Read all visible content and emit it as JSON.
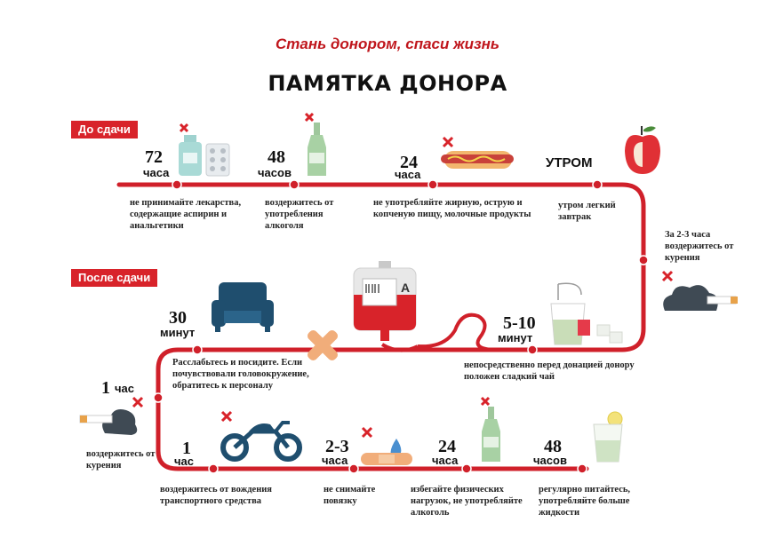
{
  "header": {
    "slogan": "Стань донором, спаси жизнь",
    "title": "ПАМЯТКА ДОНОРА"
  },
  "sections": {
    "before": "До сдачи",
    "after": "После сдачи"
  },
  "before_steps": [
    {
      "number": "72",
      "unit": "часа",
      "text": "не принимайте лекарства, содержащие аспирин и анальгетики",
      "icon": "medicine-icon"
    },
    {
      "number": "48",
      "unit": "часов",
      "text": "воздержитесь от употребления алкоголя",
      "icon": "bottle-icon"
    },
    {
      "number": "24",
      "unit": "часа",
      "text": "не употребляйте жирную, острую и копченую пищу, молочные продукты",
      "icon": "hotdog-icon"
    },
    {
      "word": "УТРОМ",
      "text": "утром легкий завтрак",
      "icon": "apple-icon"
    },
    {
      "text": "За 2-3 часа воздержитесь от курения",
      "icon": "cigarette-icon"
    }
  ],
  "after_steps": [
    {
      "number": "5-10",
      "unit": "минут",
      "text": "непосредственно перед донацией донору положен сладкий чай",
      "icon": "tea-icon"
    },
    {
      "number": "30",
      "unit": "минут",
      "text": "Расслабьтесь и посидите. Если почувствовали головокружение, обратитесь к персоналу",
      "icon": "armchair-icon"
    },
    {
      "number": "1",
      "unit": "час",
      "text": "воздержитесь от курения",
      "icon": "cigarette-icon"
    },
    {
      "number": "1",
      "unit": "час",
      "text": "воздержитесь от вождения транспортного средства",
      "icon": "motorcycle-icon"
    },
    {
      "number": "2-3",
      "unit": "часа",
      "text": "не снимайте повязку",
      "icon": "bandage-icon"
    },
    {
      "number": "24",
      "unit": "часа",
      "text": "избегайте физических нагрузок, не употребляйте алкоголь",
      "icon": "bottle-icon"
    },
    {
      "number": "48",
      "unit": "часов",
      "text": "регулярно питайтесь, употребляйте больше жидкости",
      "icon": "water-glass-icon"
    }
  ],
  "blood_bag_label": "A",
  "colors": {
    "accent": "#d8232a",
    "track": "#d0202a",
    "navy": "#1f4e6e"
  }
}
